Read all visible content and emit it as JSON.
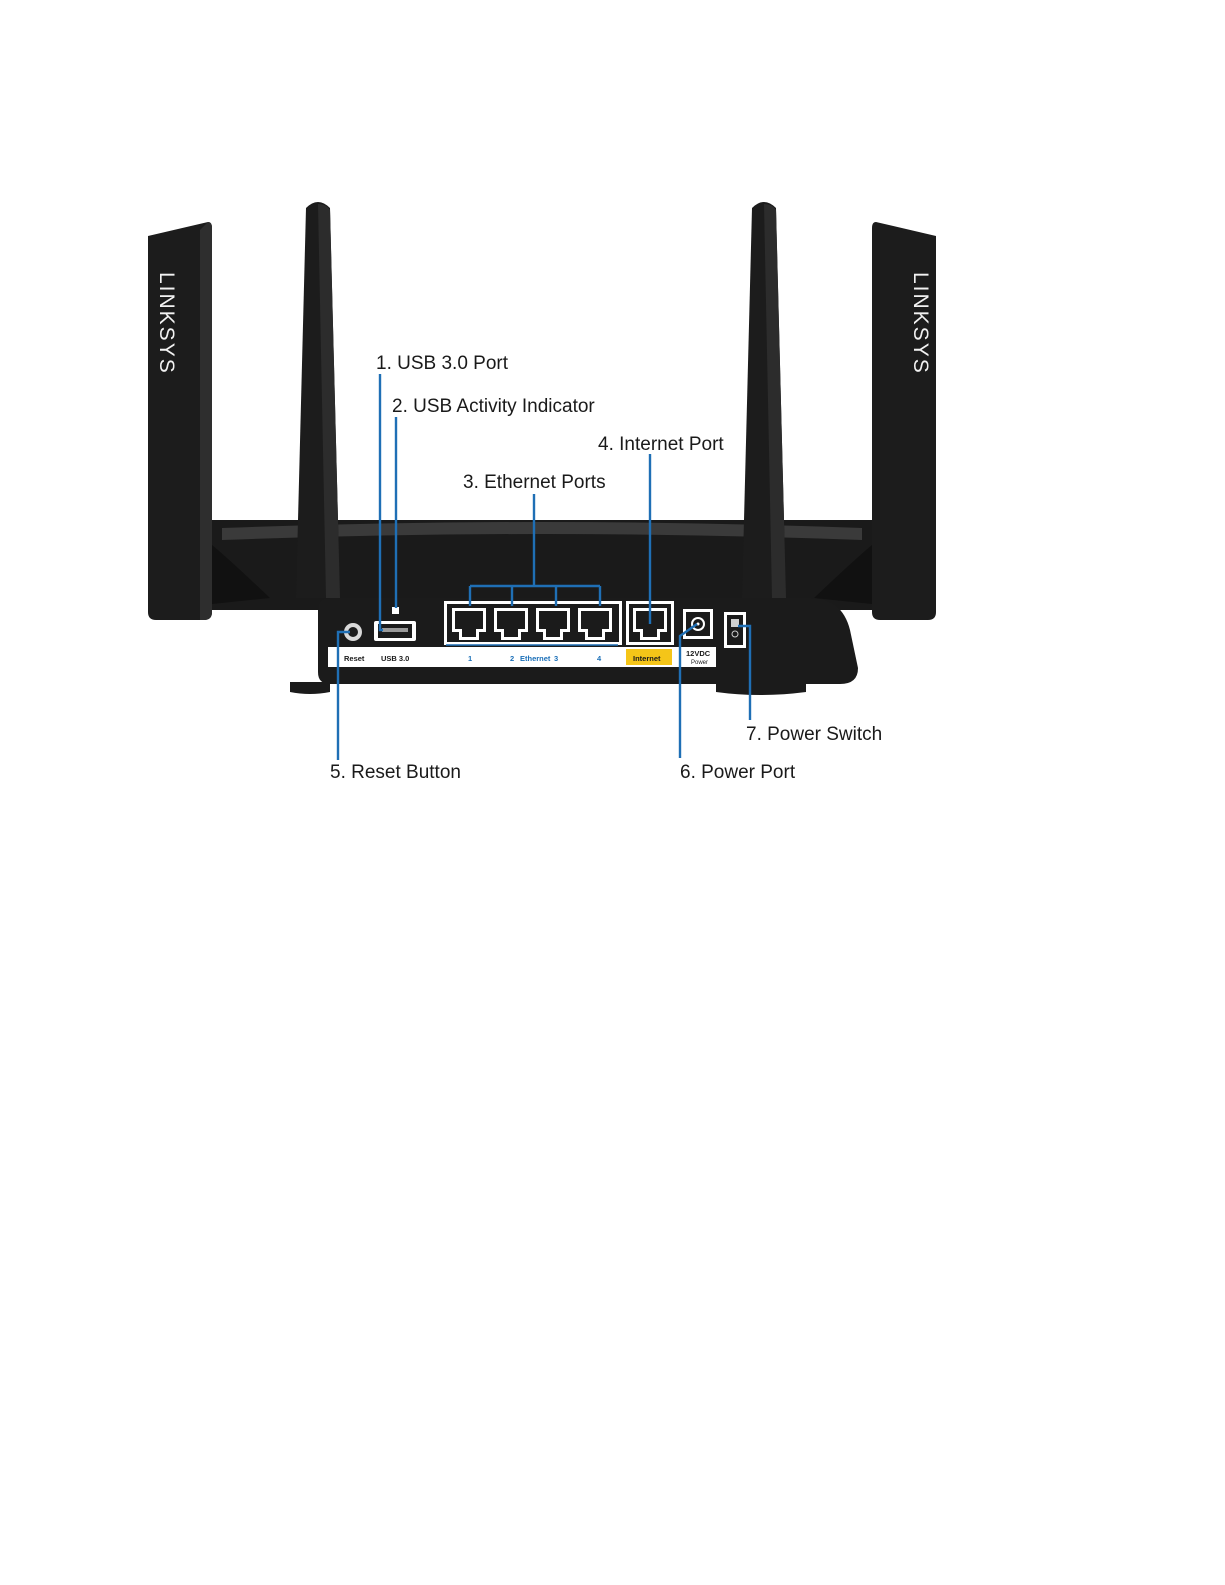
{
  "brand": {
    "name": "LINKSYS"
  },
  "callouts": {
    "usb_port": "1. USB 3.0 Port",
    "usb_activity": "2. USB Activity Indicator",
    "ethernet_ports": "3. Ethernet Ports",
    "internet_port": "4. Internet Port",
    "reset_button": "5. Reset Button",
    "power_port": "6. Power Port",
    "power_switch": "7. Power Switch"
  },
  "panel_labels": {
    "reset": "Reset",
    "usb": "USB 3.0",
    "port1": "1",
    "port2": "2",
    "ethernet": "Ethernet",
    "port3": "3",
    "port4": "4",
    "internet": "Internet",
    "power_voltage": "12VDC",
    "power": "Power"
  },
  "colors": {
    "leader_line": "#1f6fb5",
    "internet_label_bg": "#f5c518",
    "device_body": "#1c1c1c"
  }
}
